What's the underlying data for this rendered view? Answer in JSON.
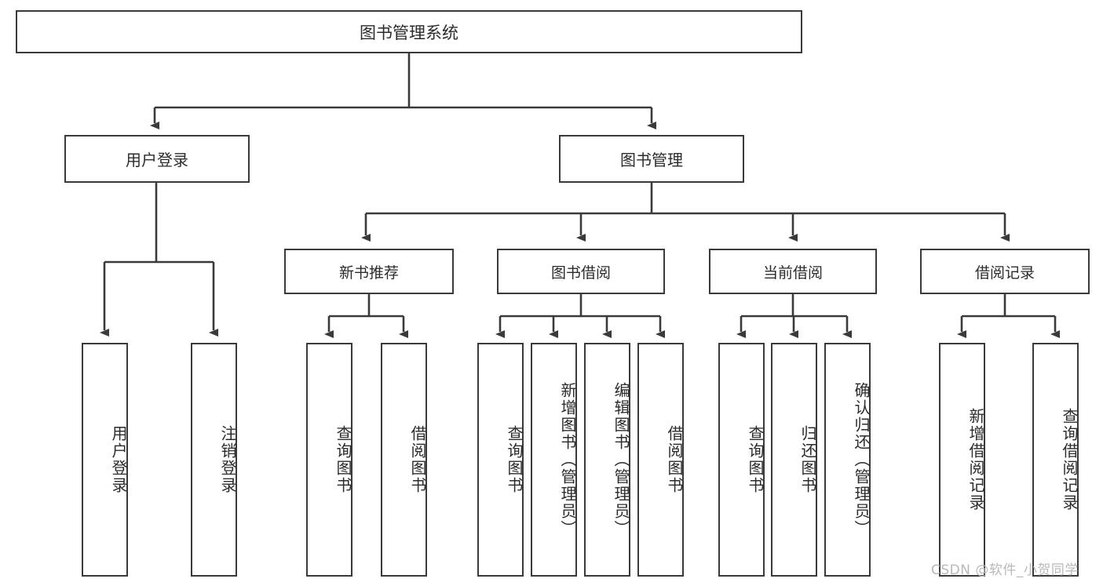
{
  "diagram": {
    "title": "图书管理系统",
    "type": "hierarchy-tree",
    "root": {
      "id": "root",
      "label": "图书管理系统"
    },
    "level2": [
      {
        "id": "user-login",
        "label": "用户登录"
      },
      {
        "id": "book-management",
        "label": "图书管理"
      }
    ],
    "level3": [
      {
        "id": "new-book-recommend",
        "label": "新书推荐"
      },
      {
        "id": "book-borrow",
        "label": "图书借阅"
      },
      {
        "id": "current-borrow",
        "label": "当前借阅"
      },
      {
        "id": "borrow-record",
        "label": "借阅记录"
      }
    ],
    "leaves": [
      {
        "id": "leaf-user-login",
        "label": "用户登录",
        "parent": "user-login"
      },
      {
        "id": "leaf-logout-login",
        "label": "注销登录",
        "parent": "user-login"
      },
      {
        "id": "leaf-query-book-1",
        "label": "查询图书",
        "parent": "new-book-recommend"
      },
      {
        "id": "leaf-borrow-book-1",
        "label": "借阅图书",
        "parent": "new-book-recommend"
      },
      {
        "id": "leaf-query-book-2",
        "label": "查询图书",
        "parent": "book-borrow"
      },
      {
        "id": "leaf-add-book",
        "label": "新增图书（管理员）",
        "parent": "book-borrow"
      },
      {
        "id": "leaf-edit-book",
        "label": "编辑图书（管理员）",
        "parent": "book-borrow"
      },
      {
        "id": "leaf-borrow-book-2",
        "label": "借阅图书",
        "parent": "book-borrow"
      },
      {
        "id": "leaf-query-book-3",
        "label": "查询图书",
        "parent": "current-borrow"
      },
      {
        "id": "leaf-return-book",
        "label": "归还图书",
        "parent": "current-borrow"
      },
      {
        "id": "leaf-confirm-return",
        "label": "确认归还（管理员）",
        "parent": "current-borrow"
      },
      {
        "id": "leaf-add-record",
        "label": "新增借阅记录",
        "parent": "borrow-record"
      },
      {
        "id": "leaf-query-record",
        "label": "查询借阅记录",
        "parent": "borrow-record"
      }
    ],
    "watermark": "CSDN @软件_小贺同学",
    "colors": {
      "stroke": "#3a3a3a",
      "text": "#2b2b2b",
      "background": "#ffffff",
      "watermark": "#b9b9b9"
    }
  }
}
